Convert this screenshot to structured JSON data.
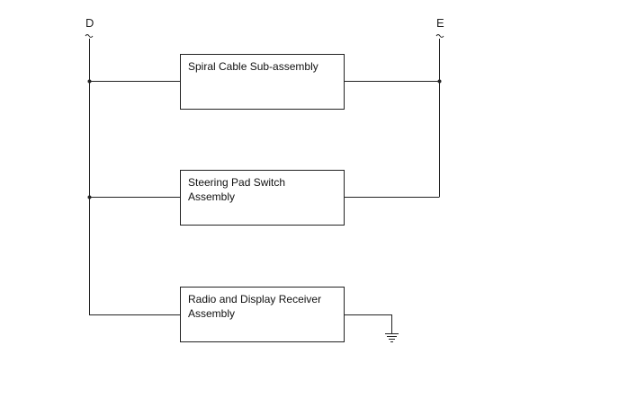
{
  "terminals": {
    "d_label": "D",
    "e_label": "E"
  },
  "components": {
    "spiral_cable": "Spiral Cable Sub-assembly",
    "steering_pad_switch": "Steering Pad Switch\nAssembly",
    "radio_display_receiver": "Radio and Display Receiver\nAssembly"
  },
  "colors": {
    "line": "#222222",
    "background": "#ffffff"
  }
}
